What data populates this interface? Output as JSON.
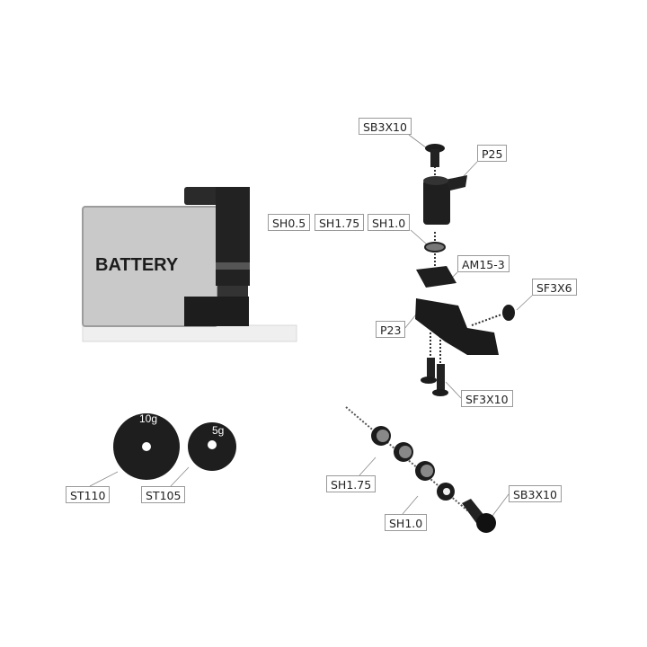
{
  "battery_label": "BATTERY",
  "weights": [
    {
      "mass": "10g",
      "part": "ST110"
    },
    {
      "mass": "5g",
      "part": "ST105"
    }
  ],
  "assembly_top": {
    "labels": [
      "SB3X10",
      "P25",
      "SH0.5",
      "SH1.75",
      "SH1.0",
      "AM15-3",
      "SF3X6",
      "P23",
      "SF3X10"
    ]
  },
  "assembly_bottom": {
    "labels": [
      "SH1.75",
      "SH1.0",
      "SB3X10"
    ]
  },
  "colors": {
    "part": "#1a1a1a",
    "battery": "#c8c8c8",
    "washer": "#8a8a8a"
  }
}
